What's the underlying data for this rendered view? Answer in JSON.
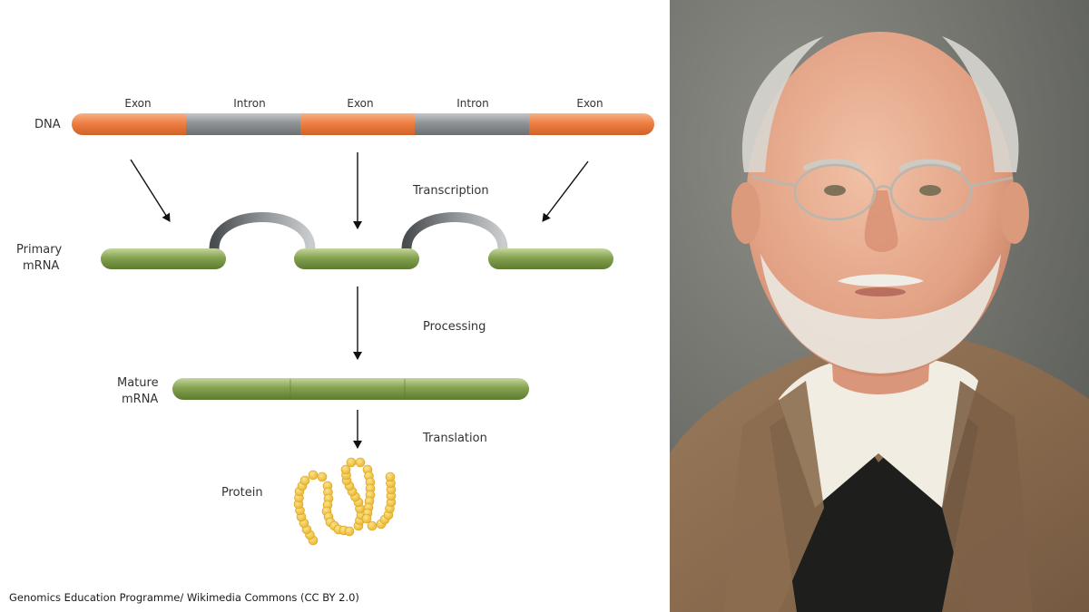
{
  "labels": {
    "dna": "DNA",
    "segments": [
      "Exon",
      "Intron",
      "Exon",
      "Intron",
      "Exon"
    ],
    "primary_mrna_line1": "Primary",
    "primary_mrna_line2": "mRNA",
    "transcription": "Transcription",
    "processing": "Processing",
    "mature_mrna_line1": "Mature",
    "mature_mrna_line2": "mRNA",
    "translation": "Translation",
    "protein": "Protein"
  },
  "credit": "Genomics Education Programme/ Wikimedia Commons (CC BY 2.0)",
  "colors": {
    "exon": "#f0844a",
    "intron": "#8f9396",
    "mrna": "#7f9d4a",
    "protein": "#f3c640",
    "photo_background": "#6f706a"
  },
  "icons": [
    "arrow-icon",
    "protein-bead-chain-icon",
    "portrait-photo"
  ]
}
